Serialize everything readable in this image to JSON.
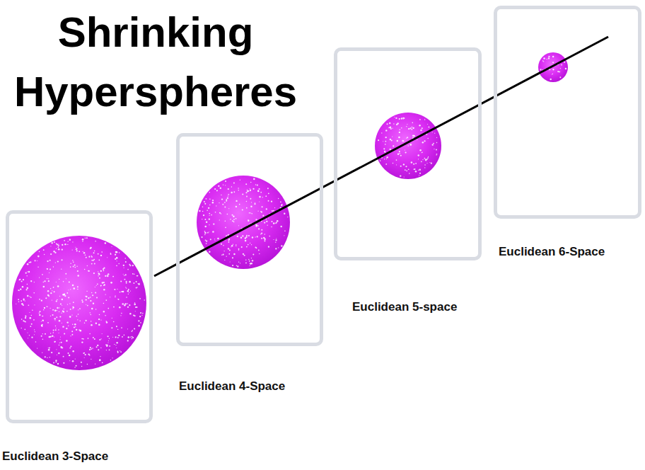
{
  "diagram": {
    "title": "Shrinking Hyperspheres",
    "nodes": [
      {
        "text": [
          "Euclidean 3-Space"
        ]
      },
      {
        "text": [
          "Euclidean 4-Space"
        ]
      },
      {
        "text": [
          "Euclidean 5-space"
        ]
      },
      {
        "text": [
          "Euclidean 6-Space"
        ]
      }
    ]
  }
}
